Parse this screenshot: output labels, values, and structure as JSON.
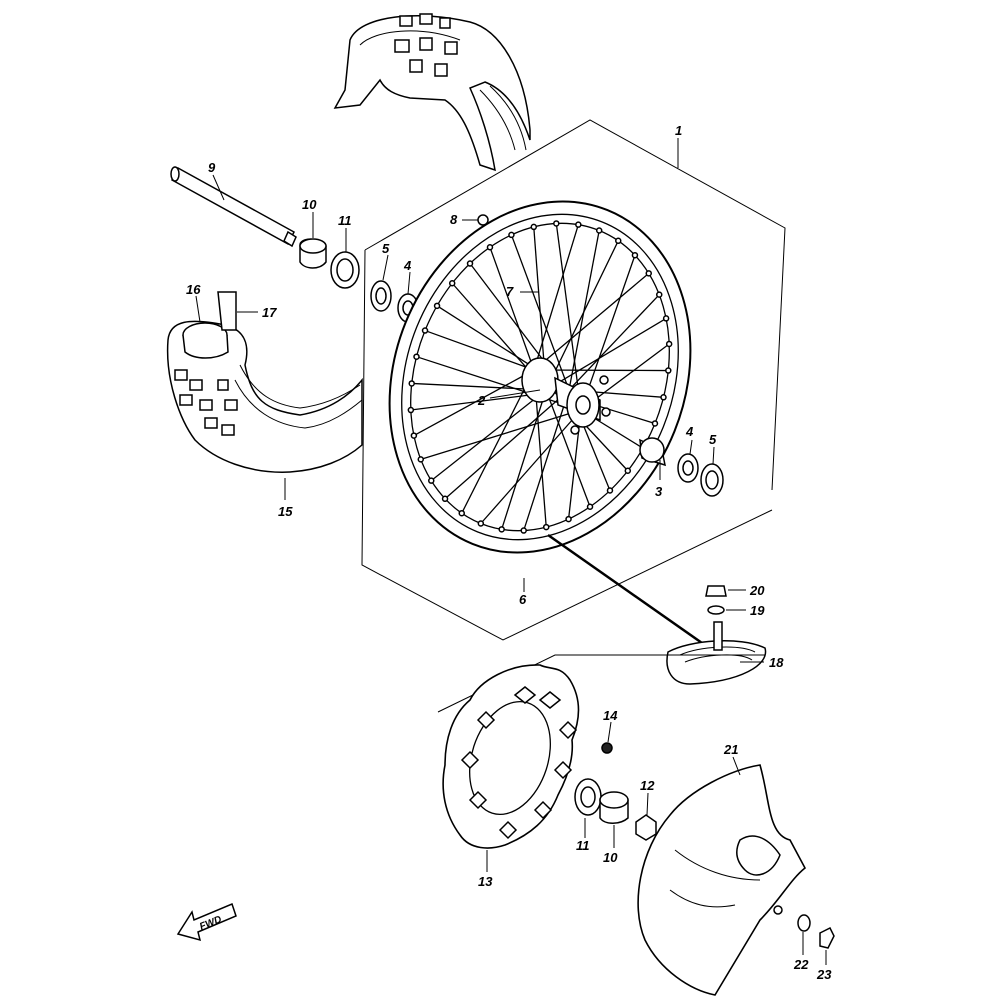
{
  "callouts": {
    "c1": "1",
    "c2": "2",
    "c3": "3",
    "c4a": "4",
    "c4b": "4",
    "c5a": "5",
    "c5b": "5",
    "c6": "6",
    "c7": "7",
    "c8": "8",
    "c9": "9",
    "c10a": "10",
    "c10b": "10",
    "c11a": "11",
    "c11b": "11",
    "c12": "12",
    "c13": "13",
    "c14": "14",
    "c15": "15",
    "c16": "16",
    "c17": "17",
    "c18": "18",
    "c19": "19",
    "c20": "20",
    "c21": "21",
    "c22": "22",
    "c23": "23"
  },
  "fwd_label": "FWD"
}
